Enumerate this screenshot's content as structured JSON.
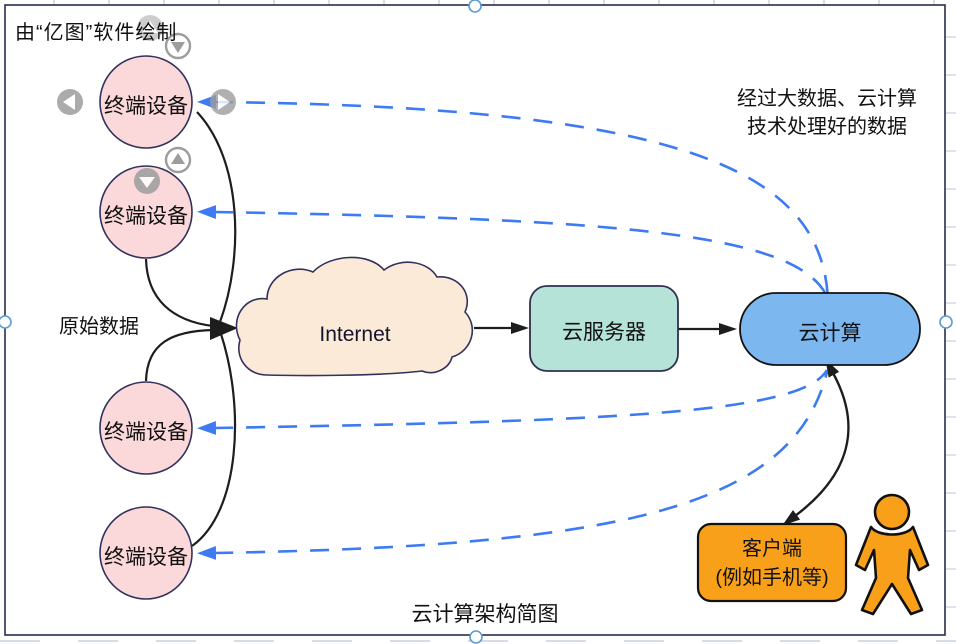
{
  "watermark": "由“亿图”软件绘制",
  "caption": "云计算架构简图",
  "labels": {
    "terminals": [
      "终端设备",
      "终端设备",
      "终端设备",
      "终端设备"
    ],
    "raw_data": "原始数据",
    "internet": "Internet",
    "cloud_server": "云服务器",
    "cloud_computing": "云计算",
    "client_line1": "客户端",
    "client_line2": "(例如手机等)",
    "note_line1": "经过大数据、云计算",
    "note_line2": "技术处理好的数据"
  },
  "colors": {
    "terminal_fill": "#fbd9da",
    "cloud_fill": "#fcead9",
    "server_fill": "#b5e3d8",
    "computing_fill": "#7db7ef",
    "client_fill": "#f9a01b",
    "person_fill": "#f9a01b",
    "dashed_arrow_blue": "#3e7bf2",
    "connector_black": "#1d1d1d",
    "shape_border": "#32325d",
    "page_border": "#272d4a",
    "selection_handle": "#5b9bd5",
    "quick_button_gray": "#9d9d9d"
  }
}
